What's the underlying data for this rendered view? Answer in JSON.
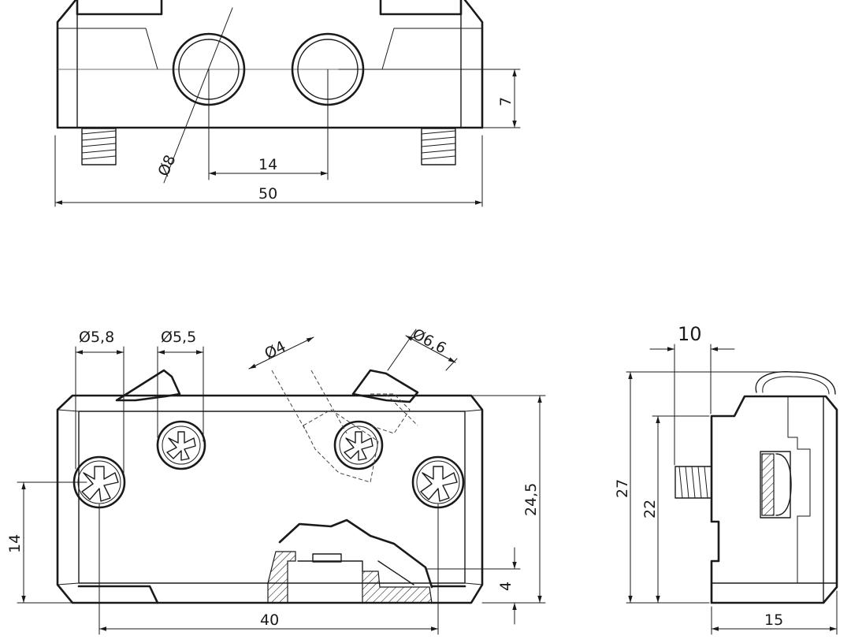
{
  "views": {
    "front": {
      "dim_hole_dia": "Ø8",
      "dim_hole_spacing": "14",
      "dim_height": "7",
      "dim_width": "50"
    },
    "bottom": {
      "dim_screw1": "Ø5,8",
      "dim_screw2": "Ø5,5",
      "dim_hole_small": "Ø4",
      "dim_hole_large": "Ø6,6",
      "dim_left_height": "14",
      "dim_height": "24,5",
      "dim_small": "4",
      "dim_width": "40"
    },
    "side": {
      "dim_top": "10",
      "dim_height": "27",
      "dim_inner_height": "22",
      "dim_width": "15"
    }
  }
}
